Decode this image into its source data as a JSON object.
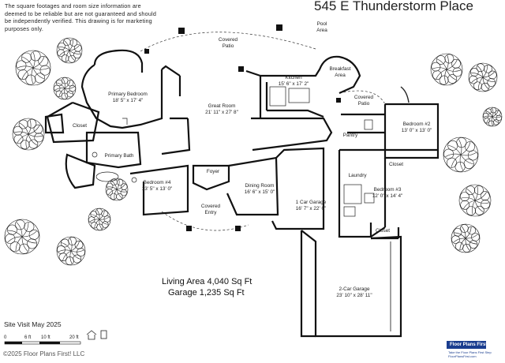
{
  "disclaimer": "The square footages and room size information are deemed to be reliable but are not guaranteed and should be independently verified. This drawing is for marketing purposes only.",
  "address": "545 E Thunderstorm Place",
  "rooms": {
    "covered_patio_main": {
      "name": "Covered",
      "name2": "Patio"
    },
    "pool_area": {
      "name": "Pool",
      "name2": "Area"
    },
    "primary_bedroom": {
      "name": "Primary Bedroom",
      "size": "18' 5\" x 17' 4\""
    },
    "great_room": {
      "name": "Great Room",
      "size": "21' 11\" x 27' 8\""
    },
    "kitchen": {
      "name": "Kitchen",
      "size": "15' 6\" x 17' 2\""
    },
    "breakfast_area": {
      "name": "Breakfast",
      "name2": "Area"
    },
    "covered_patio_east": {
      "name": "Covered",
      "name2": "Patio"
    },
    "closet_primary": {
      "name": "Closet"
    },
    "primary_bath": {
      "name": "Primary Bath"
    },
    "bedroom_2": {
      "name": "Bedroom #2",
      "size": "13' 0\" x 13' 0\""
    },
    "pantry": {
      "name": "Pantry"
    },
    "closet_bed2": {
      "name": "Closet"
    },
    "laundry": {
      "name": "Laundry"
    },
    "foyer": {
      "name": "Foyer"
    },
    "bedroom_4": {
      "name": "Bedroom #4",
      "size": "13' 5\" x 13' 0\""
    },
    "dining_room": {
      "name": "Dining Room",
      "size": "16' 6\" x 15' 0\""
    },
    "covered_entry": {
      "name": "Covered",
      "name2": "Entry"
    },
    "garage_1car": {
      "name": "1 Car Garage",
      "size": "16' 7\" x 22' 0\""
    },
    "bedroom_3": {
      "name": "Bedroom #3",
      "size": "12' 0\" x 14' 4\""
    },
    "closet_bed3": {
      "name": "Closet"
    },
    "garage_2car": {
      "name": "2-Car Garage",
      "size": "23' 10\" x 28' 11\""
    }
  },
  "areas": {
    "living": "Living Area 4,040 Sq Ft",
    "garage": "Garage 1,235 Sq Ft"
  },
  "site_visit": "Site Visit May 2025",
  "scale": {
    "labels": [
      "0",
      "6 ft",
      "10 ft",
      "20 ft"
    ]
  },
  "copyright": "©2025 Floor Plans First! LLC",
  "brand": {
    "name": "Floor Plans First!",
    "tagline": "Take the Floor Plans First Step",
    "url": "FloorPlansFirst.com"
  },
  "colors": {
    "wall": "#111111",
    "tree": "#222222",
    "ink": "#222222"
  }
}
